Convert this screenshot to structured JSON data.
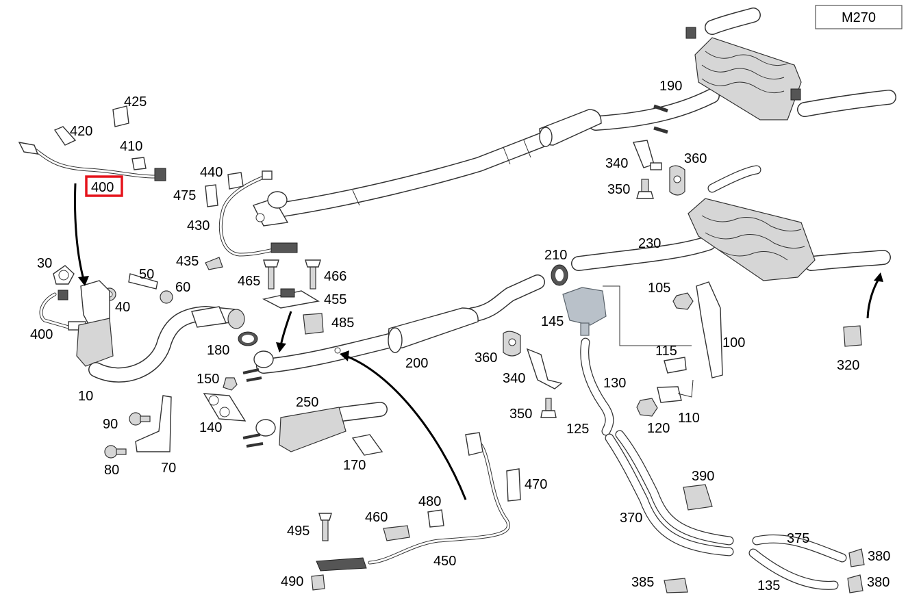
{
  "model_code": "M270",
  "highlight_color": "#e5131b",
  "highlighted_label": "400",
  "labels": [
    {
      "id": "425",
      "text": "425"
    },
    {
      "id": "420",
      "text": "420"
    },
    {
      "id": "410",
      "text": "410"
    },
    {
      "id": "400-top",
      "text": "400"
    },
    {
      "id": "440",
      "text": "440"
    },
    {
      "id": "475",
      "text": "475"
    },
    {
      "id": "430",
      "text": "430"
    },
    {
      "id": "435",
      "text": "435"
    },
    {
      "id": "465",
      "text": "465"
    },
    {
      "id": "466",
      "text": "466"
    },
    {
      "id": "455",
      "text": "455"
    },
    {
      "id": "485",
      "text": "485"
    },
    {
      "id": "30",
      "text": "30"
    },
    {
      "id": "50",
      "text": "50"
    },
    {
      "id": "40",
      "text": "40"
    },
    {
      "id": "60",
      "text": "60"
    },
    {
      "id": "400-left",
      "text": "400"
    },
    {
      "id": "10",
      "text": "10"
    },
    {
      "id": "180",
      "text": "180"
    },
    {
      "id": "150",
      "text": "150"
    },
    {
      "id": "250",
      "text": "250"
    },
    {
      "id": "140",
      "text": "140"
    },
    {
      "id": "90",
      "text": "90"
    },
    {
      "id": "80",
      "text": "80"
    },
    {
      "id": "70",
      "text": "70"
    },
    {
      "id": "170",
      "text": "170"
    },
    {
      "id": "200",
      "text": "200"
    },
    {
      "id": "190",
      "text": "190"
    },
    {
      "id": "340-top",
      "text": "340"
    },
    {
      "id": "360-top",
      "text": "360"
    },
    {
      "id": "350-top",
      "text": "350"
    },
    {
      "id": "230",
      "text": "230"
    },
    {
      "id": "210",
      "text": "210"
    },
    {
      "id": "105",
      "text": "105"
    },
    {
      "id": "145",
      "text": "145"
    },
    {
      "id": "100",
      "text": "100"
    },
    {
      "id": "115",
      "text": "115"
    },
    {
      "id": "360-mid",
      "text": "360"
    },
    {
      "id": "340-mid",
      "text": "340"
    },
    {
      "id": "130",
      "text": "130"
    },
    {
      "id": "350-mid",
      "text": "350"
    },
    {
      "id": "125",
      "text": "125"
    },
    {
      "id": "120",
      "text": "120"
    },
    {
      "id": "110",
      "text": "110"
    },
    {
      "id": "320",
      "text": "320"
    },
    {
      "id": "470",
      "text": "470"
    },
    {
      "id": "480",
      "text": "480"
    },
    {
      "id": "460",
      "text": "460"
    },
    {
      "id": "495",
      "text": "495"
    },
    {
      "id": "450",
      "text": "450"
    },
    {
      "id": "490",
      "text": "490"
    },
    {
      "id": "390",
      "text": "390"
    },
    {
      "id": "370",
      "text": "370"
    },
    {
      "id": "375",
      "text": "375"
    },
    {
      "id": "380-top",
      "text": "380"
    },
    {
      "id": "385",
      "text": "385"
    },
    {
      "id": "135",
      "text": "135"
    },
    {
      "id": "380-bottom",
      "text": "380"
    }
  ]
}
